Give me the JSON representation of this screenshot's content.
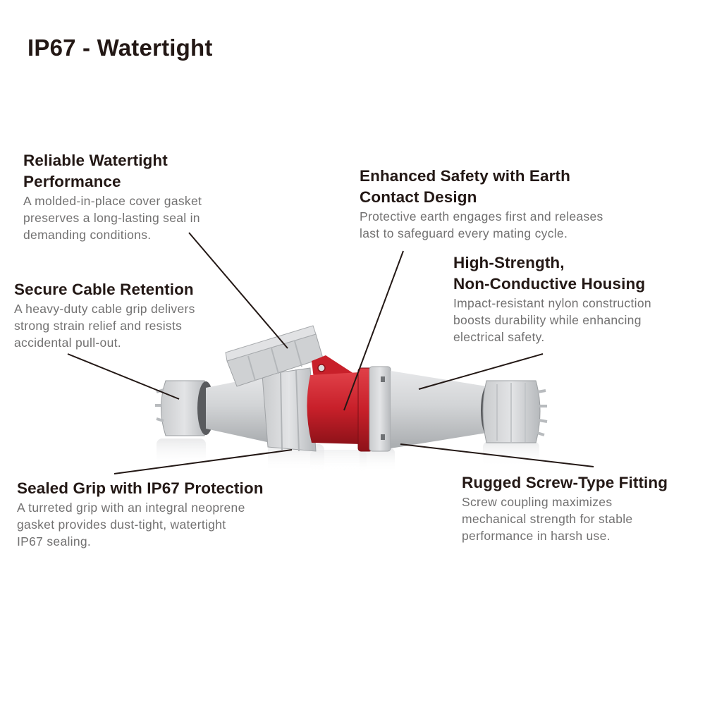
{
  "page": {
    "title": "IP67 - Watertight"
  },
  "colors": {
    "heading": "#231815",
    "body_text": "#727171",
    "housing_grey": "#d4d6d8",
    "plug_red": "#c8202a",
    "leader_line": "#231815"
  },
  "callouts": [
    {
      "id": "watertight",
      "heading_line1": "Reliable Watertight",
      "heading_line2": "Performance",
      "body": [
        "A molded-in-place cover gasket",
        "preserves a long-lasting seal in",
        "demanding conditions."
      ]
    },
    {
      "id": "earth",
      "heading_line1": "Enhanced Safety with Earth",
      "heading_line2": "Contact Design",
      "body": [
        "Protective earth engages first and releases",
        "last to safeguard every mating cycle."
      ]
    },
    {
      "id": "housing",
      "heading_line1": "High-Strength,",
      "heading_line2": "Non-Conductive Housing",
      "body": [
        "Impact-resistant nylon construction",
        "boosts durability while enhancing",
        "electrical safety."
      ]
    },
    {
      "id": "retention",
      "heading_line1": "Secure Cable Retention",
      "body": [
        "A heavy-duty cable grip delivers",
        "strong strain relief and resists",
        "accidental pull-out."
      ]
    },
    {
      "id": "sealed",
      "heading_line1": "Sealed Grip with IP67 Protection",
      "body": [
        "A turreted grip with an integral neoprene",
        "gasket provides dust-tight, watertight",
        "IP67 sealing."
      ]
    },
    {
      "id": "screw",
      "heading_line1": "Rugged Screw-Type Fitting",
      "body": [
        "Screw coupling maximizes",
        "mechanical strength for stable",
        "performance in harsh use."
      ]
    }
  ],
  "product_image": {
    "description": "Grey and red IP67 industrial plug and connector coupled together with flip-up cover",
    "icon": "industrial-connector-illustration"
  }
}
